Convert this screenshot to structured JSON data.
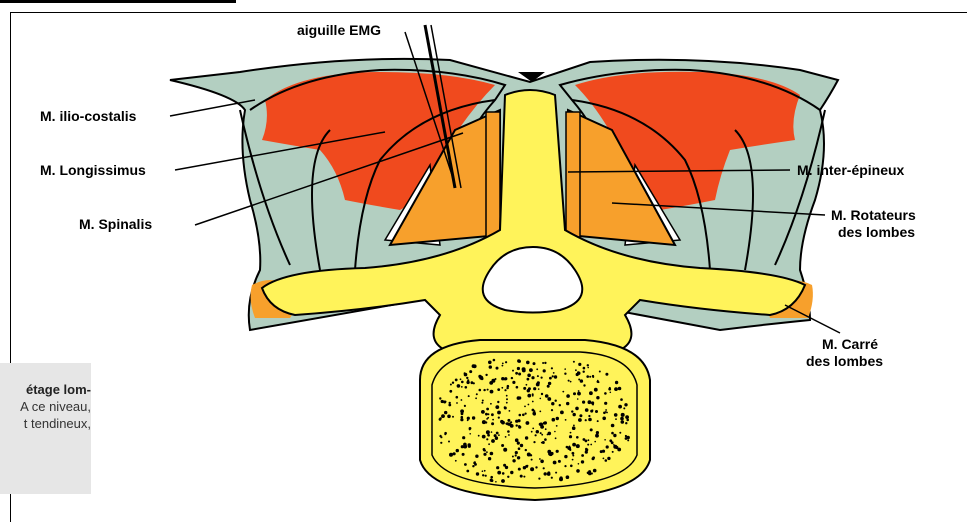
{
  "labels": {
    "needle": "aiguille EMG",
    "ilio_costalis": "M. ilio-costalis",
    "longissimus": "M. Longissimus",
    "spinalis": "M. Spinalis",
    "inter_epineux": "M. inter-épineux",
    "rotateurs_1": "M. Rotateurs",
    "rotateurs_2": "des lombes",
    "carre_1": "M. Carré",
    "carre_2": "des lombes"
  },
  "side_note": {
    "line1": "étage lom-",
    "line2": "A ce niveau,",
    "line3": "t tendineux,"
  },
  "colors": {
    "muscle_red": "#f04a1e",
    "muscle_orange": "#f7a02c",
    "fascia_green": "#b3cfc1",
    "bone_yellow": "#fff35a",
    "outline": "#000000"
  }
}
